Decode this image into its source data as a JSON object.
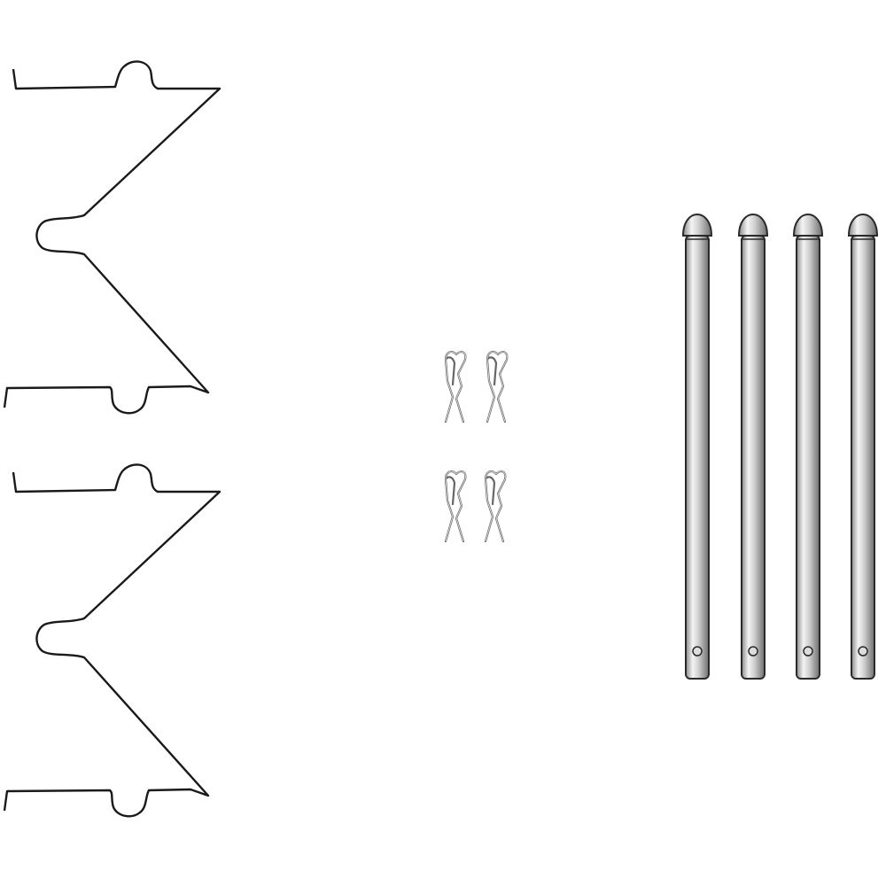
{
  "colors": {
    "background": "#ffffff",
    "spring_wire": "#1a1a1a",
    "pin_fill_light": "#f2f2f2",
    "pin_fill_dark": "#9a9a9a",
    "pin_outline": "#2a2a2a",
    "clip_outline": "#555555"
  },
  "parts": {
    "springs": 2,
    "clips": 4,
    "pins": 4
  }
}
